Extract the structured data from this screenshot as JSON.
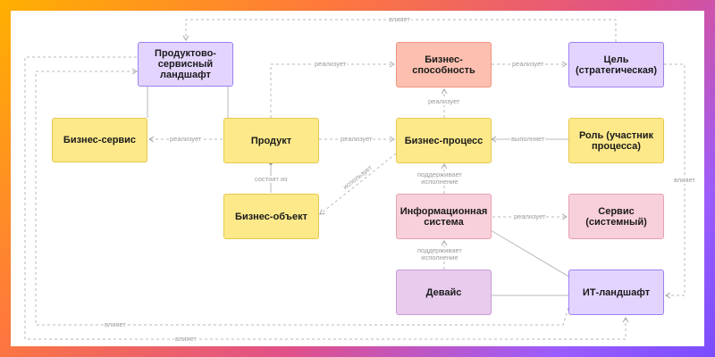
{
  "nodes": {
    "landscape": "Продуктово-\nсервисный\nландшафт",
    "capability": "Бизнес-способность",
    "goal": "Цель\n(стратегическая)",
    "biz_service": "Бизнес-сервис",
    "product": "Продукт",
    "process": "Бизнес-процесс",
    "role": "Роль (участник\nпроцесса)",
    "biz_object": "Бизнес-объект",
    "info_system": "Информационная\nсистема",
    "sys_service": "Сервис\n(системный)",
    "device": "Девайс",
    "it_landscape": "ИТ-ландшафт"
  },
  "labels": {
    "influences_top": "влияет",
    "realizes_prod_cap": "реализует",
    "realizes_cap_goal": "реализует",
    "realizes_proc_cap": "реализует",
    "realizes_prod_svc": "реализует",
    "realizes_prod_proc": "реализует",
    "performs": "выполняет",
    "consists_of": "состоит из",
    "uses": "использует",
    "supports_exec_1": "поддерживает\nисполнение",
    "supports_exec_2": "поддерживает\nисполнение",
    "realizes_sys": "реализует",
    "influences_right": "влияет",
    "influences_bottom_1": "влияет",
    "influences_bottom_2": "влияет"
  },
  "colors": {
    "frame_gradient": [
      "#ffb000",
      "#e0508a",
      "#7a4dff"
    ],
    "purple": "#e3d4ff",
    "yellow": "#fde98a",
    "salmon": "#fdc0b0",
    "pink": "#f8d0da",
    "lilac": "#e8cbee",
    "edge": "#b8b8b8"
  }
}
